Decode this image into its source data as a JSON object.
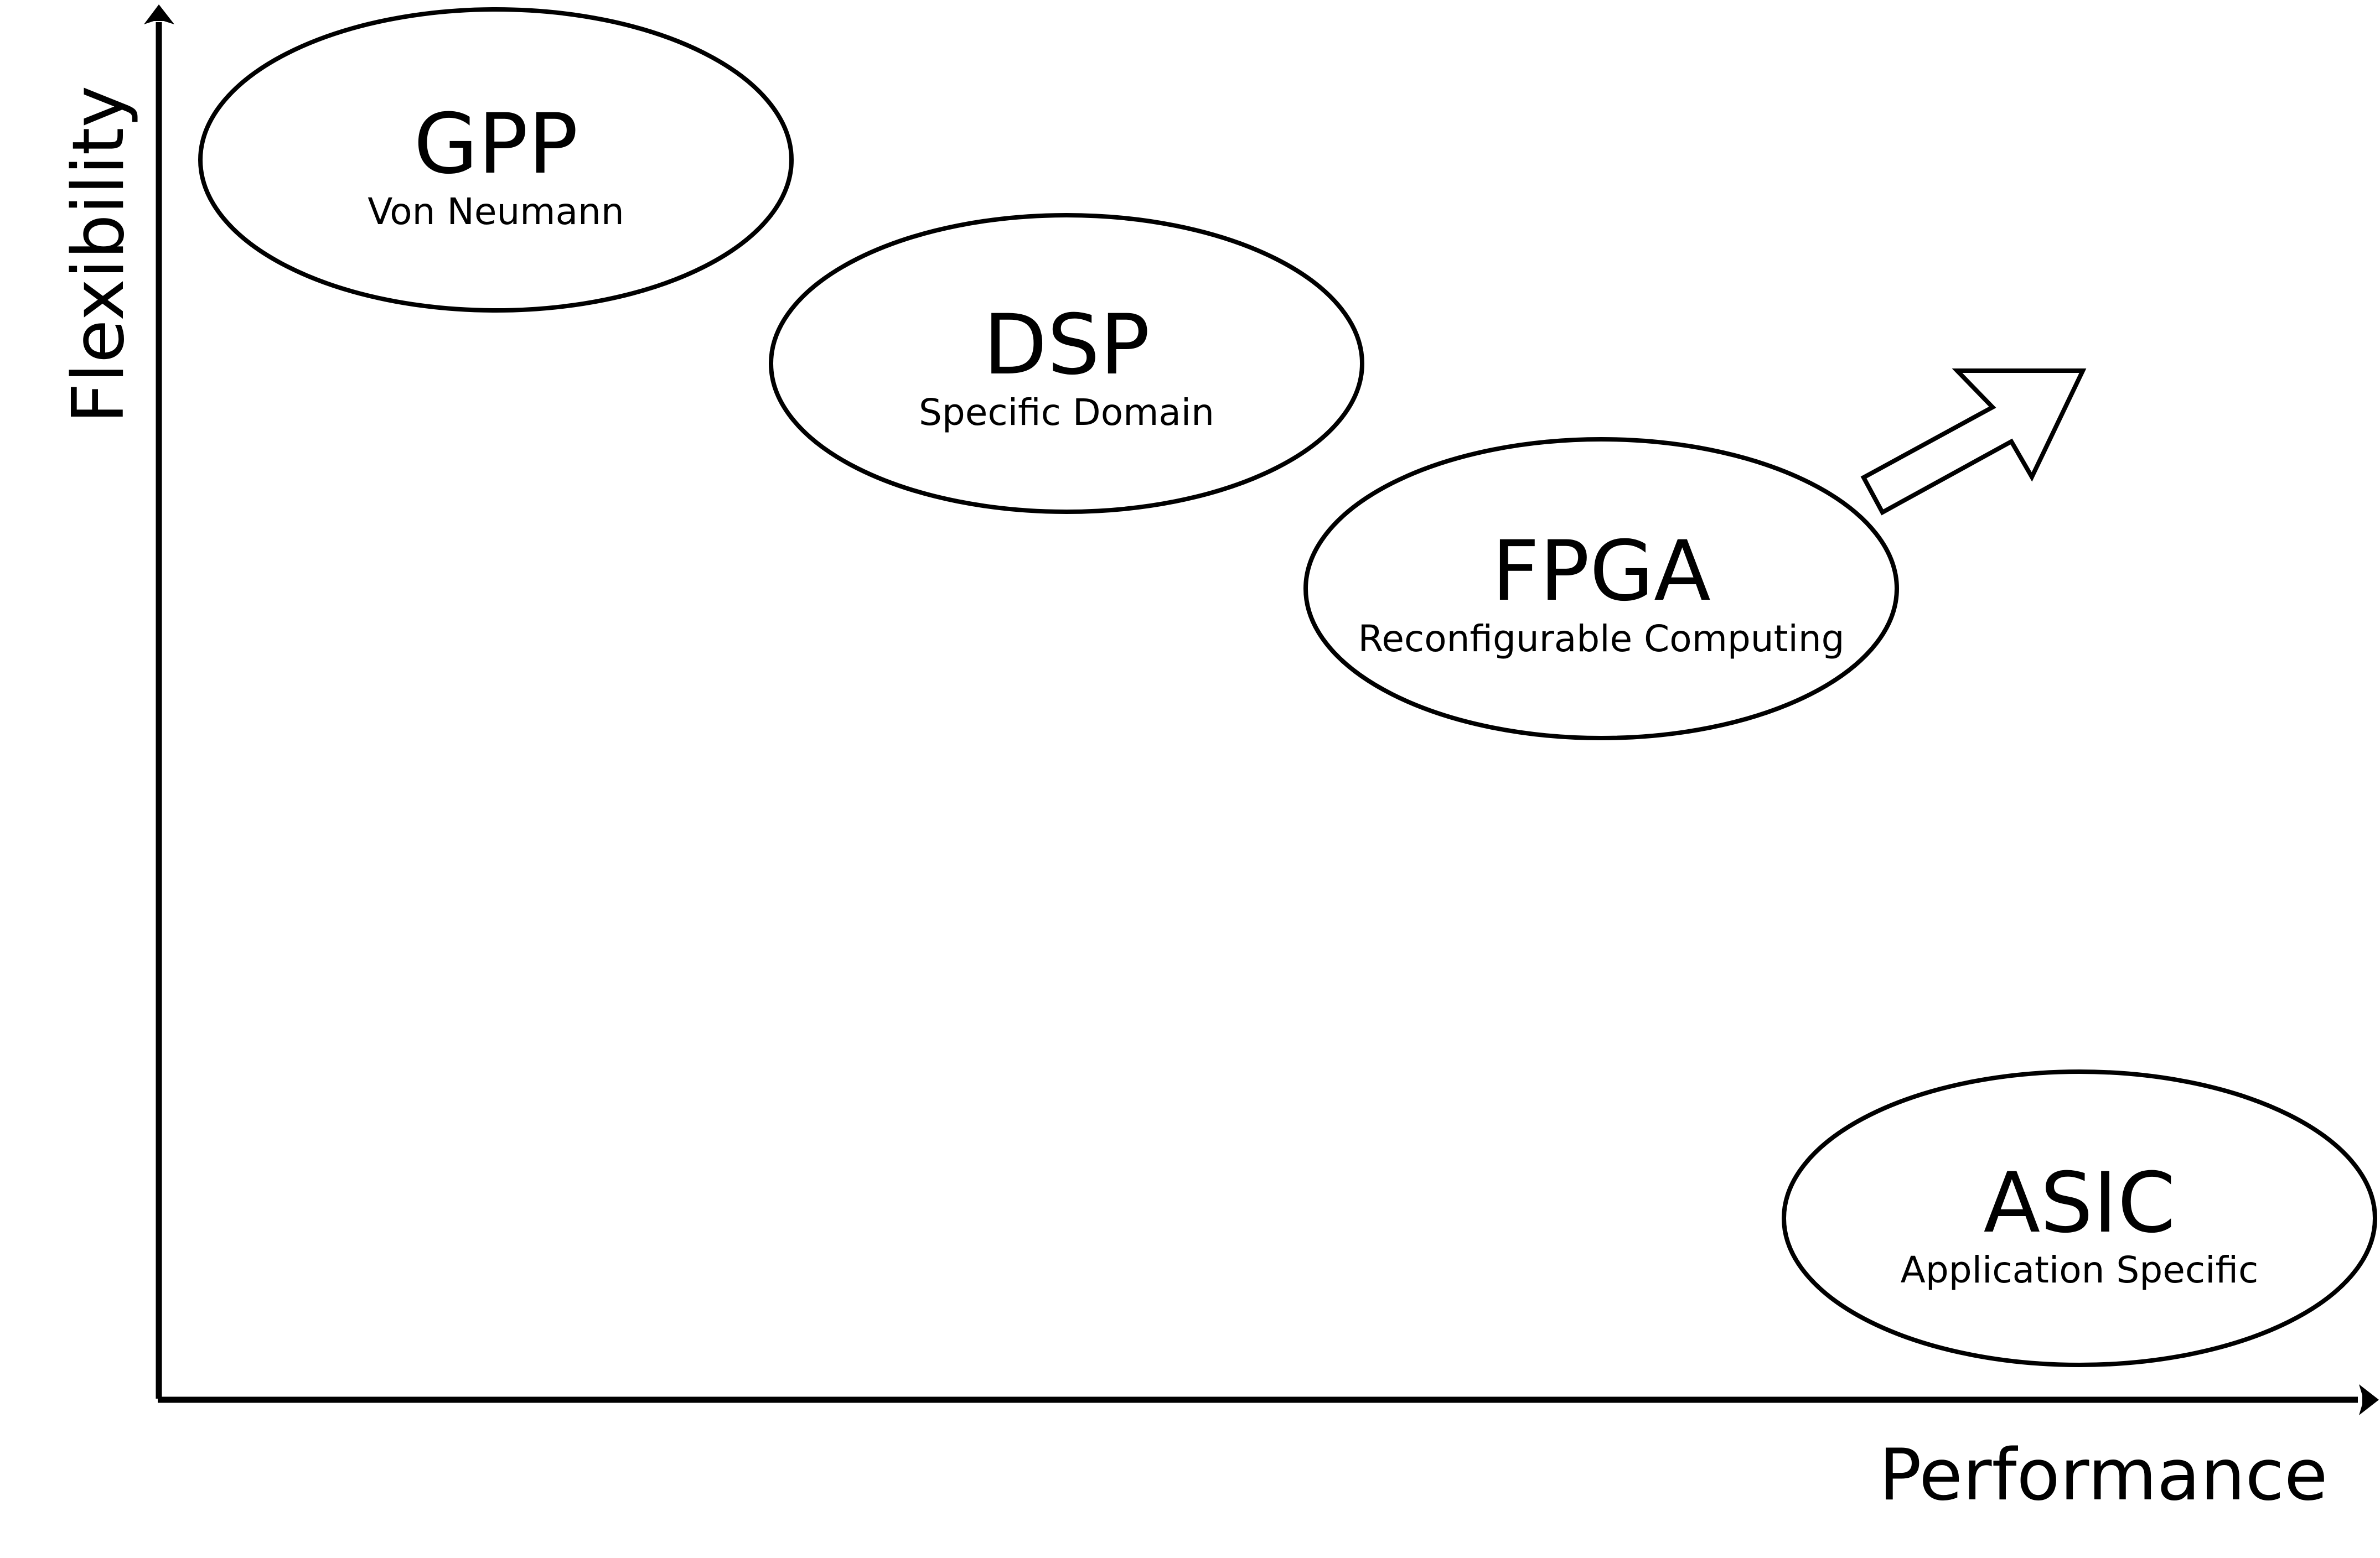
{
  "diagram": {
    "type": "positioning-map",
    "axes": {
      "x": {
        "label": "Performance",
        "direction": "increasing-right"
      },
      "y": {
        "label": "Flexibility",
        "direction": "increasing-up"
      }
    },
    "nodes": [
      {
        "id": "gpp",
        "title": "GPP",
        "subtitle": "Von Neumann",
        "performance": "low",
        "flexibility": "highest"
      },
      {
        "id": "dsp",
        "title": "DSP",
        "subtitle": "Specific Domain",
        "performance": "medium",
        "flexibility": "high"
      },
      {
        "id": "fpga",
        "title": "FPGA",
        "subtitle": "Reconfigurable Computing",
        "performance": "high",
        "flexibility": "medium"
      },
      {
        "id": "asic",
        "title": "ASIC",
        "subtitle": "Application Specific",
        "performance": "highest",
        "flexibility": "lowest"
      }
    ],
    "trend_arrow": {
      "from": "fpga",
      "direction": "up-right",
      "meaning": "toward higher performance and flexibility"
    },
    "colors": {
      "stroke": "#000000",
      "fill": "#ffffff",
      "background": "#ffffff"
    }
  }
}
